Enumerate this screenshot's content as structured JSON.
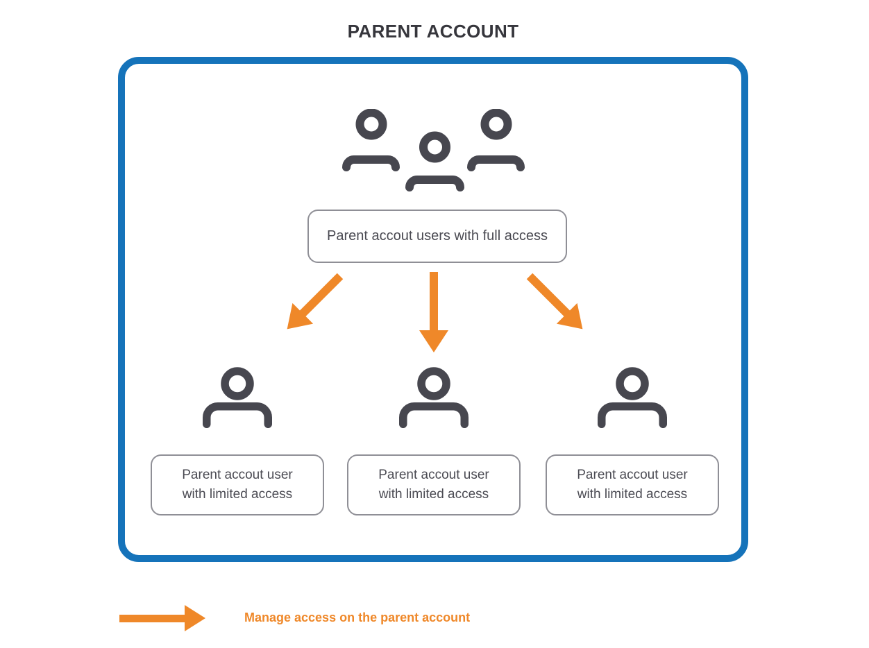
{
  "diagram": {
    "title": "PARENT ACCOUNT",
    "full_access_label": "Parent accout users with full access",
    "limited_access_labels": [
      "Parent accout user\nwith limited access",
      "Parent accout user\nwith limited access",
      "Parent accout user\nwith limited access"
    ],
    "legend": {
      "label": "Manage access on the parent account"
    }
  },
  "icons": {
    "top": "users-group-icon",
    "children": "person-icon",
    "connectors": "arrow-down-icon",
    "legend": "arrow-right-icon"
  },
  "colors": {
    "container-blue": "#1573BA",
    "arrow-orange": "#EF8829",
    "icon-gray": "#47474F",
    "box-border": "#8F8F96",
    "box-text": "#4A4A52",
    "title-text": "#36363C"
  }
}
